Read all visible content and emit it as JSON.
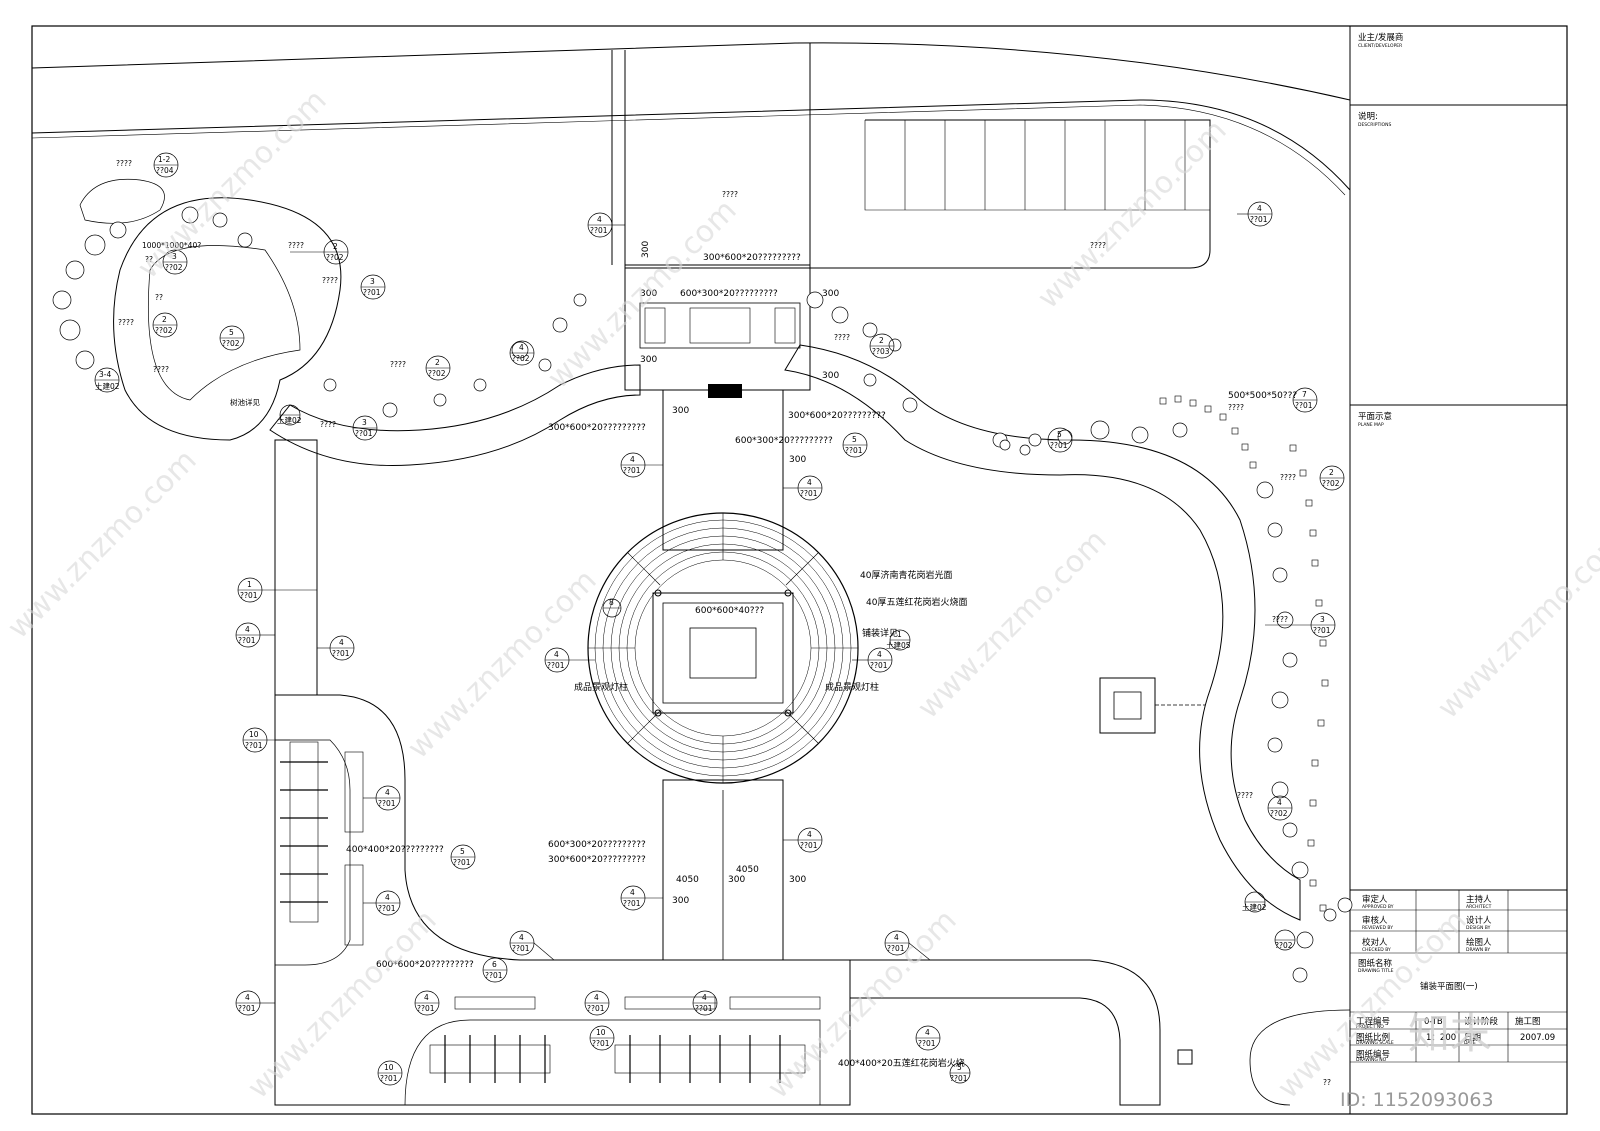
{
  "title_block": {
    "client_cn": "业主/发展商",
    "client_en": "CLIENT/DEVELOPER",
    "notes_cn": "说明:",
    "notes_en": "DESCRIPTIONS",
    "key_plan_cn": "平面示意",
    "key_plan_en": "PLANE MAP",
    "approved_cn": "审定人",
    "approved_en": "APPROVED BY",
    "architect_cn": "主持人",
    "architect_en": "ARCHITECT",
    "reviewed_cn": "审核人",
    "reviewed_en": "REVIEWED BY",
    "designer_cn": "设计人",
    "designer_en": "DESIGN BY",
    "checked_cn": "校对人",
    "checked_en": "CHECKED BY",
    "drawn_cn": "绘图人",
    "drawn_en": "DRAWN BY",
    "drawing_title_cn": "图纸名称",
    "drawing_title_en": "DRAWING TITLE",
    "drawing_name": "铺装平面图(一)",
    "project_no_cn": "工程编号",
    "project_no_en": "PROJECT NO",
    "project_no": "0-TB",
    "stage_cn": "设计阶段",
    "stage_value": "施工图",
    "scale_cn": "图纸比例",
    "scale_en": "DRAWING SCALE",
    "scale": "1：200",
    "date_cn": "日期",
    "date_en": "DATE",
    "date": "2007.09",
    "drawing_no_cn": "图纸编号",
    "drawing_no_en": "DRAWING NO"
  },
  "labels": {
    "unknown4": "????",
    "unknown2": "??",
    "paving_300x600": "300*600*20?????????",
    "paving_600x300": "600*300*20?????????",
    "paving_1000": "1000*1000*40?",
    "paving_500": "500*500*50???",
    "paving_400": "400*400*20?????????",
    "paving_600x600": "600*600*20?????????",
    "paving_400b": "400*400*20五莲红花岗岩火烧",
    "granite_polish": "40厚济南青花岗岩光面",
    "granite_flame": "40厚五莲红花岗岩火烧面",
    "paving_detail": "铺装详见",
    "tree_pool_detail": "树池详见",
    "lamp_post": "成品景观灯柱",
    "dim_300": "300",
    "dim_4050": "4050",
    "ref_4201": "??01",
    "ref_sec": "土建02",
    "ref_05": "土建05",
    "tag_1_2": "1-2",
    "tag_2204": "??04",
    "tag_3": "3",
    "tag_2": "2",
    "tag_202": "??02",
    "tag_5": "5",
    "tag_4": "4",
    "tag_1": "1",
    "tag_6": "6",
    "tag_7": "7",
    "tag_10": "10",
    "tag_3_4": "3-4",
    "tag_203": "??03",
    "tag_8": "8",
    "center_paving": "600*600*40???"
  },
  "watermark": {
    "site": "www.znzmo.com",
    "brand": "知末网",
    "logo": "知末",
    "id_text": "ID: 1152093063"
  }
}
